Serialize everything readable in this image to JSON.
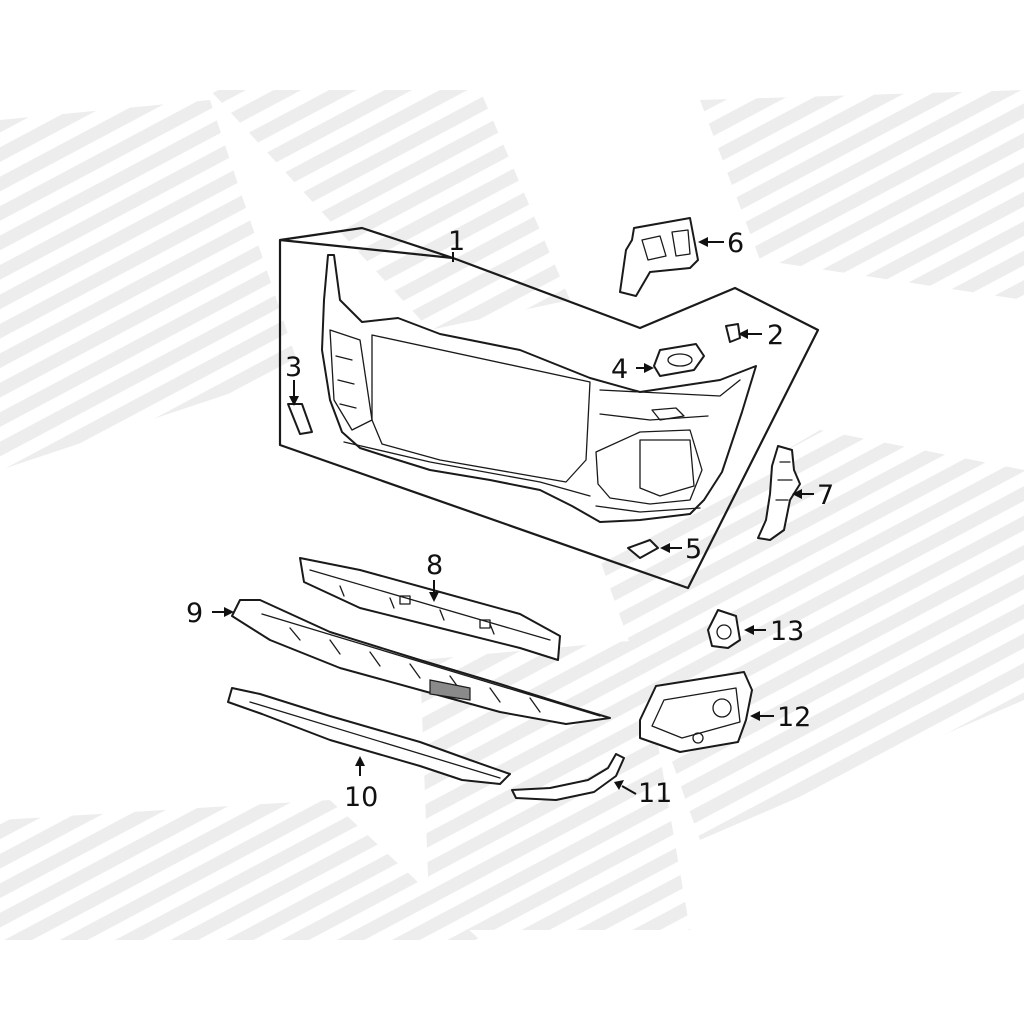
{
  "diagram": {
    "callouts": [
      {
        "id": "1",
        "label": "1"
      },
      {
        "id": "2",
        "label": "2"
      },
      {
        "id": "3",
        "label": "3"
      },
      {
        "id": "4",
        "label": "4"
      },
      {
        "id": "5",
        "label": "5"
      },
      {
        "id": "6",
        "label": "6"
      },
      {
        "id": "7",
        "label": "7"
      },
      {
        "id": "8",
        "label": "8"
      },
      {
        "id": "9",
        "label": "9"
      },
      {
        "id": "10",
        "label": "10"
      },
      {
        "id": "11",
        "label": "11"
      },
      {
        "id": "12",
        "label": "12"
      },
      {
        "id": "13",
        "label": "13"
      }
    ],
    "colors": {
      "line": "#1a1a1a",
      "watermark": "#ececec",
      "background": "#ffffff"
    }
  }
}
